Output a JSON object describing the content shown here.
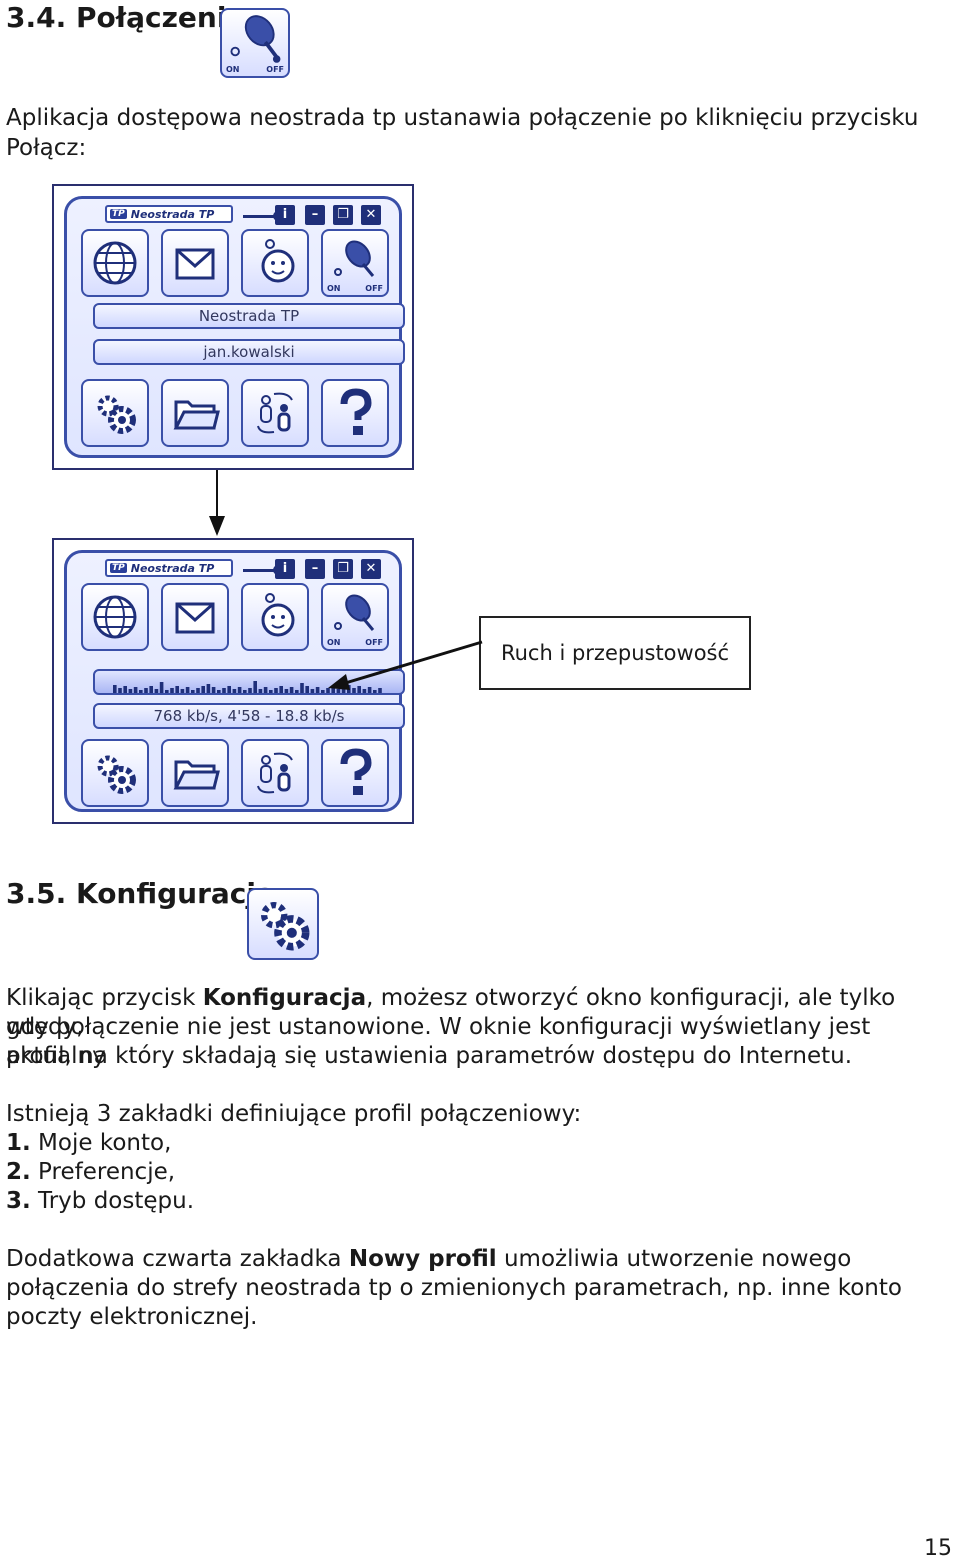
{
  "section_34": {
    "heading": "3.4. Połączenie",
    "intro_line1": "Aplikacja dostępowa neostrada tp ustanawia połączenie po kliknięciu przycisku",
    "intro_line2": "Połącz:"
  },
  "window1": {
    "title": "Neostrada TP",
    "tp_logo": "TP",
    "field1": "Neostrada TP",
    "field2": "jan.kowalski",
    "on": "ON",
    "off": "OFF",
    "btn_info": "i",
    "btn_min": "–",
    "btn_restore": "❐",
    "btn_close": "✕"
  },
  "window2": {
    "title": "Neostrada TP",
    "tp_logo": "TP",
    "throughput": "768 kb/s, 4'58 - 18.8 kb/s",
    "on": "ON",
    "off": "OFF",
    "btn_info": "i",
    "btn_min": "–",
    "btn_restore": "❐",
    "btn_close": "✕"
  },
  "callout": "Ruch i przepustowość",
  "section_35": {
    "heading": "3.5. Konfiguracja",
    "para1_a": "Klikając przycisk ",
    "para1_b": "Konfiguracja",
    "para1_c": ", możesz otworzyć okno konfiguracji, ale tylko wtedy,",
    "para1_line2": "gdy połączenie nie jest ustanowione. W oknie konfiguracji wyświetlany jest aktualny",
    "para1_line3": "profil, na który składają się ustawienia parametrów dostępu do Internetu.",
    "para2_line1": "Istnieją 3 zakładki definiujące profil połączeniowy:",
    "list": [
      {
        "num": "1.",
        "text": " Moje konto,"
      },
      {
        "num": "2.",
        "text": " Preferencje,"
      },
      {
        "num": "3.",
        "text": " Tryb dostępu."
      }
    ],
    "para3_a": "Dodatkowa czwarta zakładka ",
    "para3_b": "Nowy profil",
    "para3_c": " umożliwia utworzenie nowego",
    "para3_line2": "połączenia do strefy neostrada tp o zmienionych parametrach, np. inne konto",
    "para3_line3": "poczty elektronicznej."
  },
  "page_number": "15",
  "icons": [
    "connect-icon",
    "globe-icon",
    "mail-icon",
    "assistant-icon",
    "settings-icon",
    "folder-icon",
    "profile-switch-icon",
    "help-icon"
  ]
}
